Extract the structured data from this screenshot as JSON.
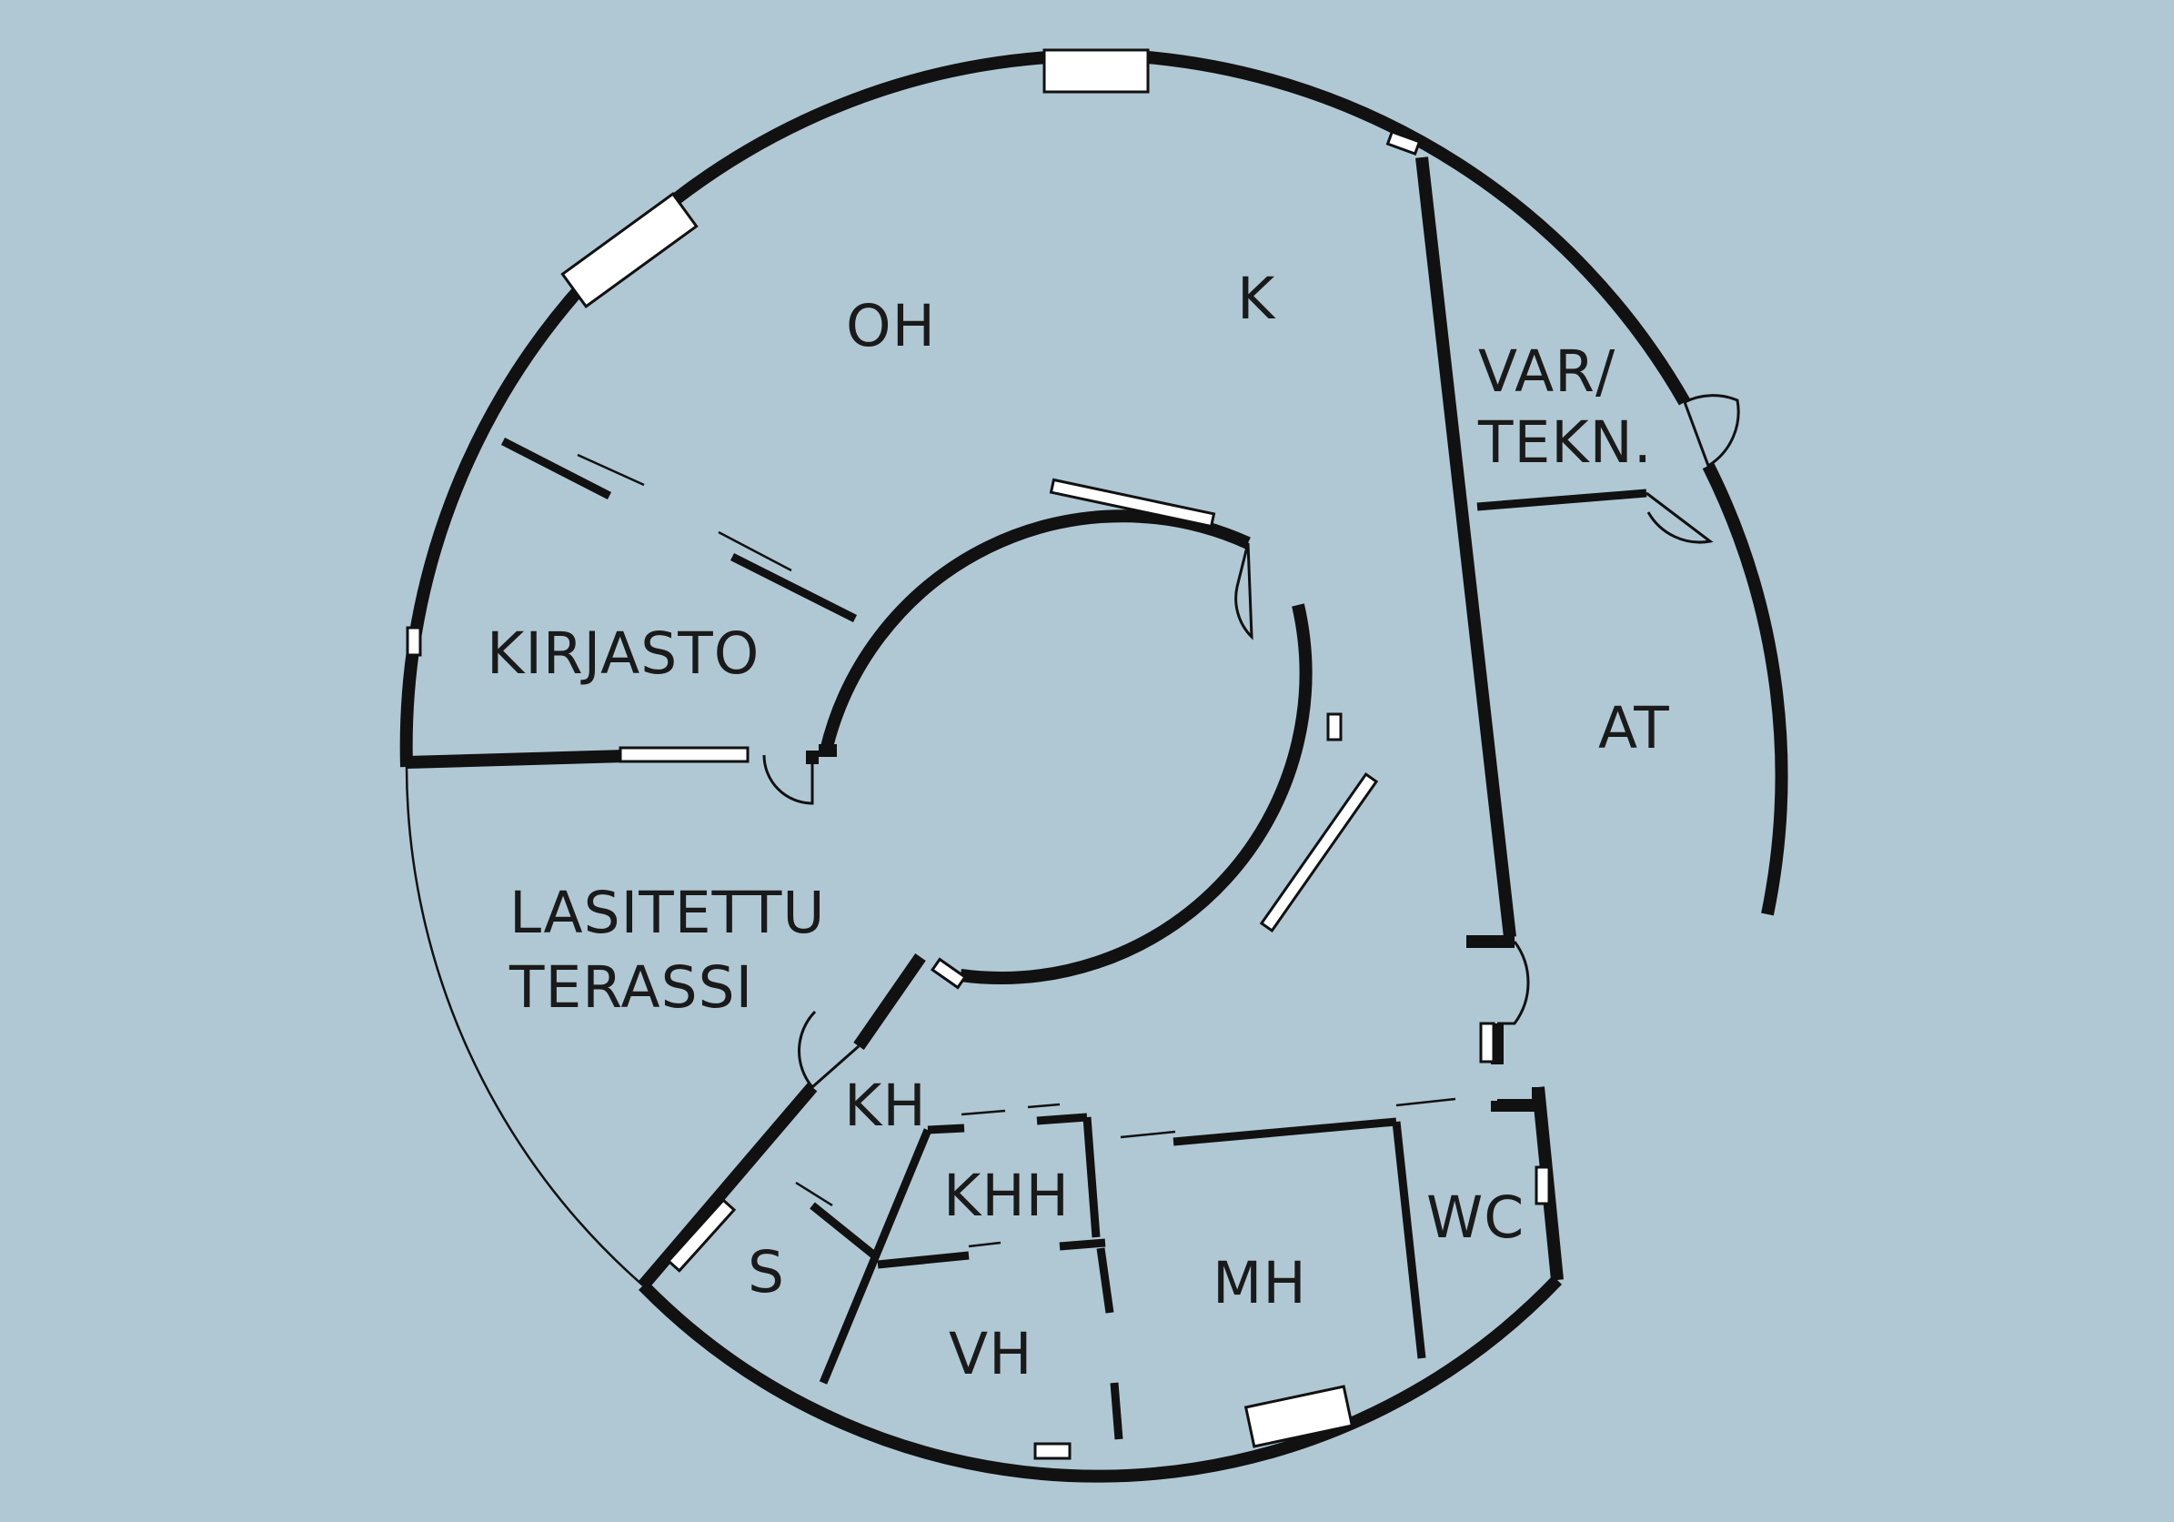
{
  "rooms": {
    "oh": "OH",
    "k": "K",
    "var_line1": "VAR/",
    "var_line2": "TEKN.",
    "kirjasto": "KIRJASTO",
    "at": "AT",
    "terassi_line1": "LASITETTU",
    "terassi_line2": "TERASSI",
    "kh": "KH",
    "khh": "KHH",
    "wc": "WC",
    "s": "S",
    "mh": "MH",
    "vh": "VH"
  },
  "colors": {
    "background": "#b0c8d3",
    "wall": "#111111",
    "window": "#ffffff"
  }
}
